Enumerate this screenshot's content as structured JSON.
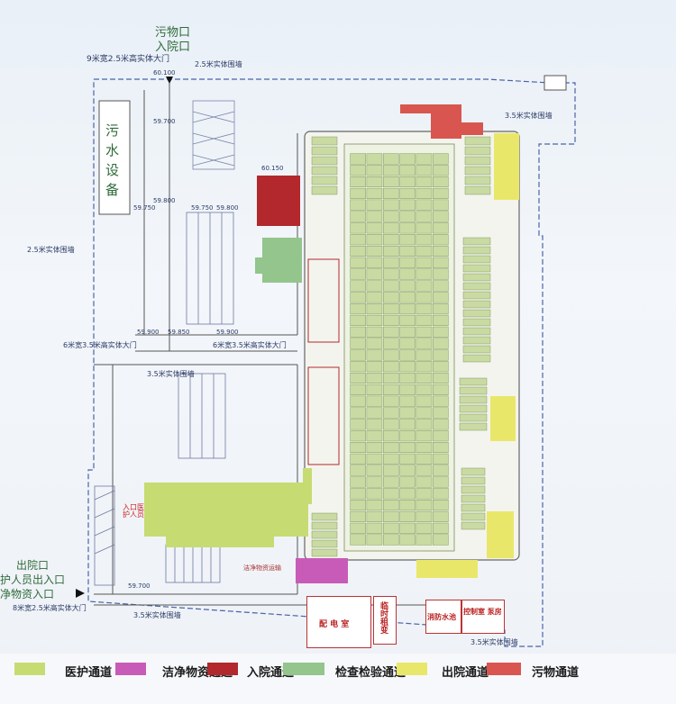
{
  "colors": {
    "medical": "#c6dc73",
    "clean": "#c85bb8",
    "admission": "#b2282c",
    "inspection": "#93c58c",
    "discharge": "#e9e769",
    "waste": "#d8564f",
    "bed_fill": "#c9dba2",
    "bed_line": "#6f8a4b",
    "wall": "#4a63a8"
  },
  "labels": {
    "waste_entry": "污物口",
    "admission_entry": "入院口",
    "gate_top": "9米宽2.5米高实体大门",
    "wall_top": "2.5米实体围墙",
    "wall_right_top": "3.5米实体围墙",
    "wall_left": "2.5米实体围墙",
    "sewage": "污水设备",
    "gate_mid_left": "6米宽3.5米高实体大门",
    "gate_mid_right": "6米宽3.5米高实体大门",
    "wall_mid": "3.5米实体围墙",
    "entry_staff": "入口医护人员",
    "exit_line1": "出院口",
    "exit_line2": "护人员出入口",
    "exit_line3": "净物资入口",
    "gate_bottom": "8米宽2.5米高实体大门",
    "wall_bottom_left": "3.5米实体围墙",
    "wall_bottom_right": "3.5米实体围墙",
    "clean_transport": "洁净物资运输",
    "power_room": "配 电 室",
    "temp_change": "临时租变",
    "fire_pool": "消防水池",
    "control_room": "控制室 泵房"
  },
  "elevations": [
    "60.100",
    "59.700",
    "59.800",
    "59.750",
    "59.750",
    "59.800",
    "60.150",
    "59.850",
    "59.900",
    "59.900",
    "59.700"
  ],
  "legend": [
    {
      "label": "医护通道",
      "color_key": "medical"
    },
    {
      "label": "洁净物资通道",
      "color_key": "clean"
    },
    {
      "label": "入院通道",
      "color_key": "admission"
    },
    {
      "label": "检查检验通道",
      "color_key": "inspection"
    },
    {
      "label": "出院通道",
      "color_key": "discharge"
    },
    {
      "label": "污物通道",
      "color_key": "waste"
    }
  ]
}
